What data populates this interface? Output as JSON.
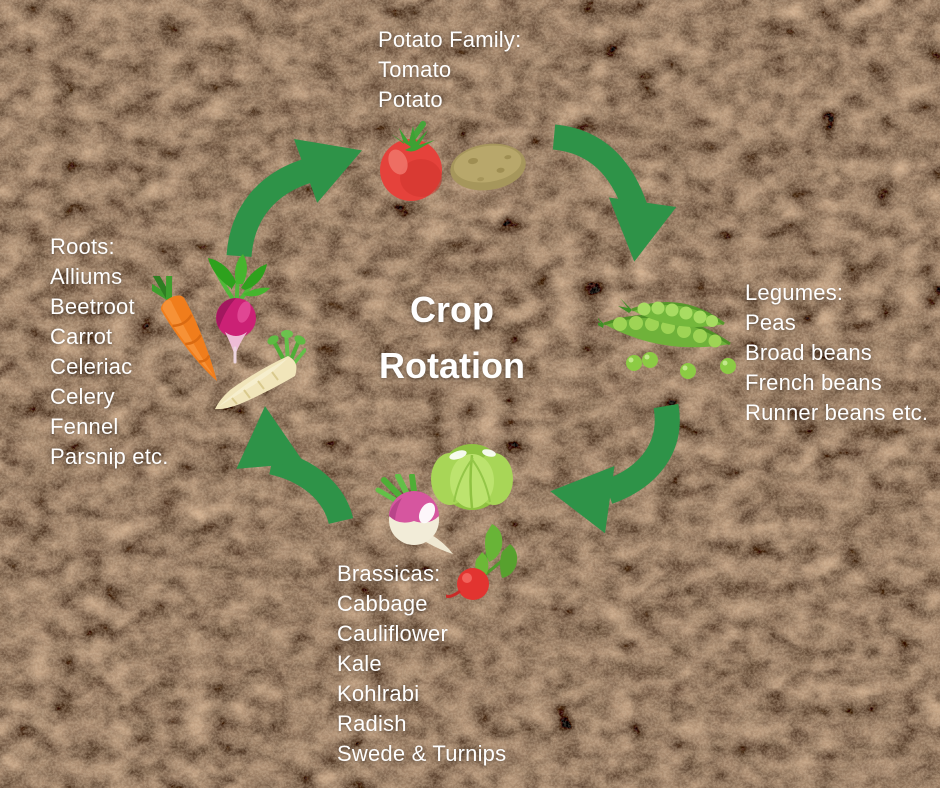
{
  "title": {
    "line1": "Crop",
    "line2": "Rotation"
  },
  "groups": {
    "potato_family": {
      "heading": "Potato Family:",
      "items": [
        "Tomato",
        "Potato"
      ]
    },
    "legumes": {
      "heading": "Legumes:",
      "items": [
        "Peas",
        "Broad beans",
        "French beans",
        "Runner beans etc."
      ]
    },
    "brassicas": {
      "heading": "Brassicas:",
      "items": [
        "Cabbage",
        "Cauliflower",
        "Kale",
        "Kohlrabi",
        "Radish",
        "Swede & Turnips"
      ]
    },
    "roots": {
      "heading": "Roots:",
      "items": [
        "Alliums",
        "Beetroot",
        "Carrot",
        "Celeriac",
        "Celery",
        "Fennel",
        "Parsnip etc."
      ]
    }
  },
  "cycle": {
    "direction": "clockwise",
    "steps": [
      "Potato Family",
      "Legumes",
      "Brassicas",
      "Roots"
    ]
  },
  "illustrations": {
    "potato_family": [
      "tomato-icon",
      "potato-icon"
    ],
    "legumes": [
      "peas-icon"
    ],
    "brassicas": [
      "cabbage-icon",
      "turnip-icon",
      "radish-icon"
    ],
    "roots": [
      "carrot-icon",
      "beetroot-icon",
      "parsnip-icon"
    ]
  },
  "colors": {
    "arrow_green": "#2e9348",
    "text": "#ffffff",
    "soil_base": "#492e1c"
  }
}
